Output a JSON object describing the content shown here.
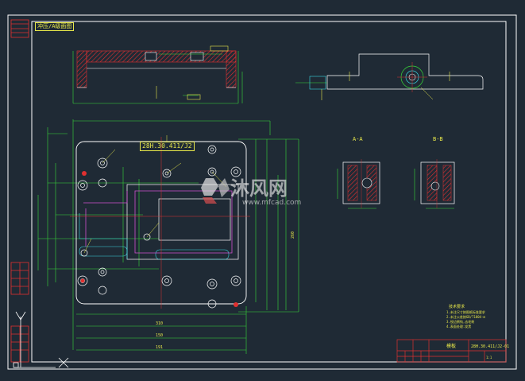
{
  "header_tag": "冲压/A级面图",
  "part_number": "28H.30.411/J2",
  "section_a_label": "A-A",
  "section_b_label": "B-B",
  "watermark_name": "沐风网",
  "watermark_url": "www.mfcad.com",
  "notes_title": "技术要求",
  "notes_lines": [
    "1.未注尺寸按图纸标准要求",
    "2.未注公差按GB/T1804-m",
    "3.锐边倒钝,去毛刺",
    "4.表面处理:发黑"
  ],
  "title_block": {
    "name_cell": "模板",
    "drawing_no": "28H.30.411/J2-01",
    "scale_cell": "1:1"
  },
  "dims": {
    "overall_width": "310",
    "overall_height": "260",
    "left_width": "191",
    "mid_width": "150"
  },
  "colors": {
    "background": "#1f2a35",
    "border": "#ffffff",
    "green": "#38d838",
    "cyan": "#3ad6e0",
    "yellow": "#e8e84a",
    "red": "#e03030",
    "magenta": "#d050d0"
  }
}
